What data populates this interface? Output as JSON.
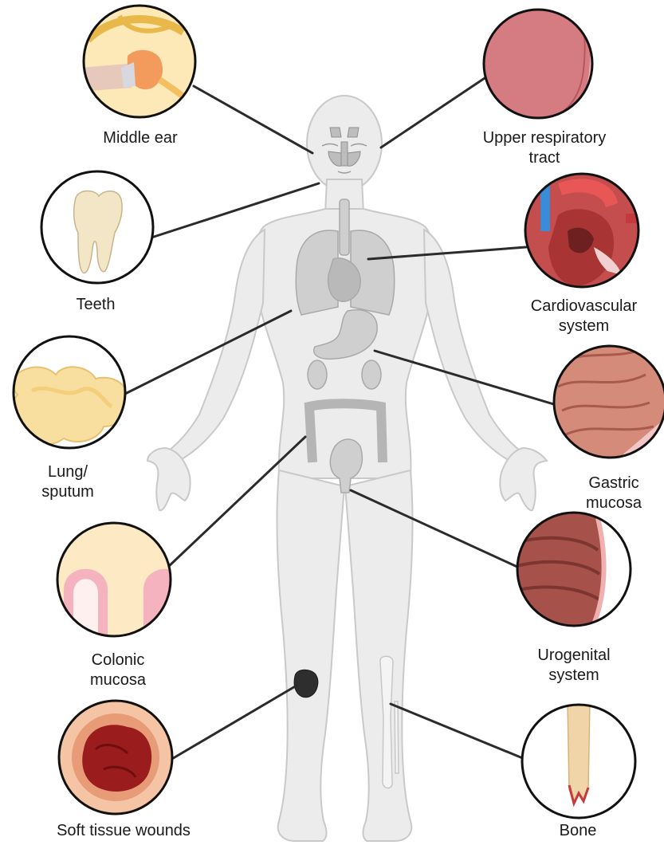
{
  "labels": {
    "middle_ear": [
      "Middle ear"
    ],
    "upper_respiratory": [
      "Upper respiratory",
      "tract"
    ],
    "teeth": [
      "Teeth"
    ],
    "cardiovascular": [
      "Cardiovascular",
      "system"
    ],
    "lung": [
      "Lung/",
      "sputum"
    ],
    "gastric": [
      "Gastric",
      "mucosa"
    ],
    "colonic": [
      "Colonic",
      "mucosa"
    ],
    "urogenital": [
      "Urogenital",
      "system"
    ],
    "soft_tissue": [
      "Soft tissue wounds"
    ],
    "bone": [
      "Bone"
    ]
  },
  "colors": {
    "body_fill": "#ececec",
    "body_stroke": "#c9c9c9",
    "organ_fill": "#cfcfcf",
    "organ_stroke": "#a9a9a9",
    "connector": "#2b2b2b",
    "circle_border": "#111111"
  }
}
